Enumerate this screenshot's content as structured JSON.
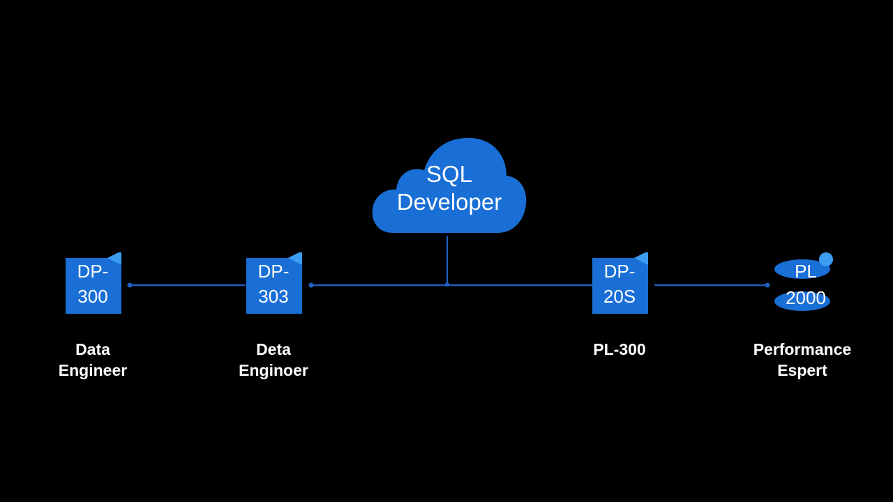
{
  "center": {
    "line1": "SQL",
    "line2": "Developer"
  },
  "nodes": [
    {
      "code_line1": "DP-",
      "code_line2": "300",
      "label_line1": "Data",
      "label_line2": "Engineer"
    },
    {
      "code_line1": "DP-",
      "code_line2": "303",
      "label_line1": "Deta",
      "label_line2": "Enginoer"
    },
    {
      "code_line1": "DP-",
      "code_line2": "20S",
      "label_line1": "PL-300",
      "label_line2": ""
    },
    {
      "code_line1": "PL",
      "code_line2": "2000",
      "label_line1": "Performance",
      "label_line2": "Espert"
    }
  ],
  "colors": {
    "background": "#000000",
    "accent": "#1a6fd6",
    "accent_light": "#3b9cf0",
    "line": "#1f5fbf",
    "text": "#ffffff"
  },
  "icons": {
    "center": "cloud-icon",
    "node": "document-icon",
    "last_node": "stacked-disc-icon"
  }
}
